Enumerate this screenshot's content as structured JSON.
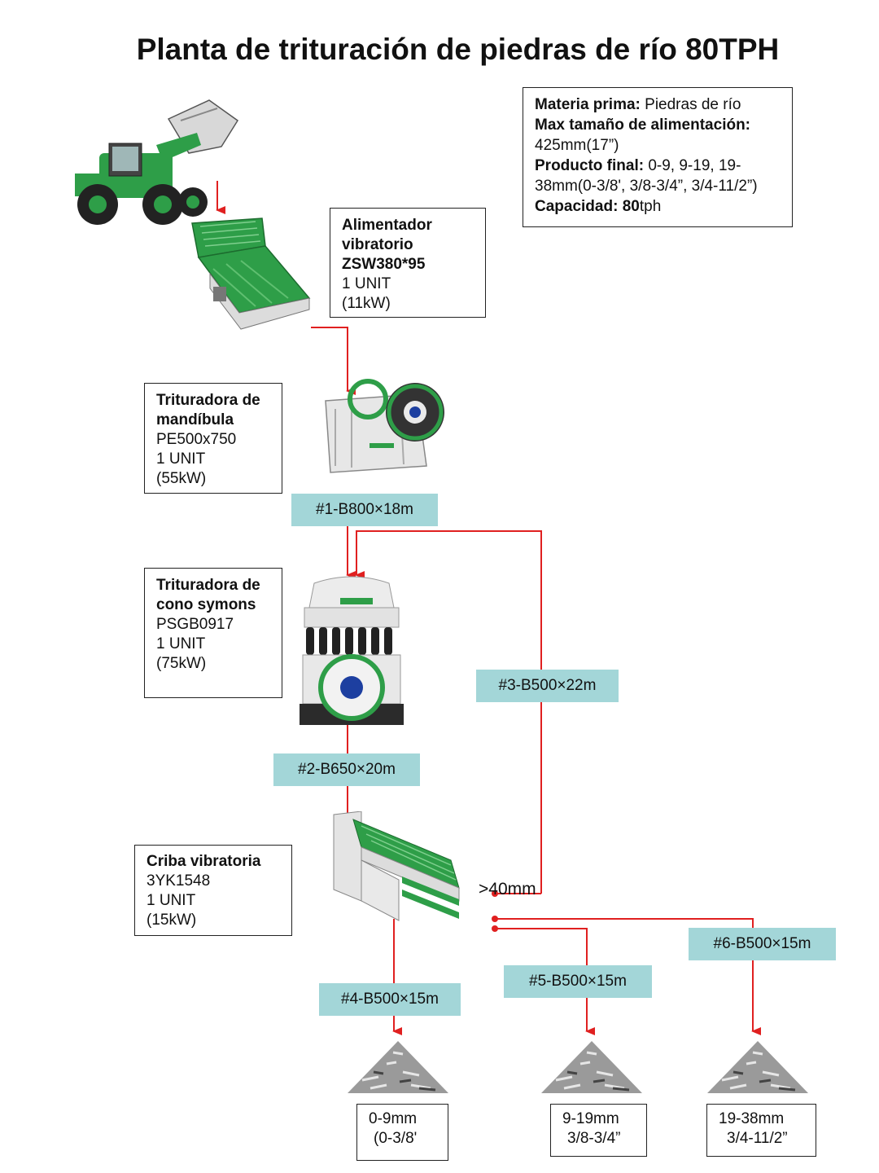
{
  "title": "Planta de trituración de piedras de río 80TPH",
  "specs": {
    "raw_material_label": "Materia prima:",
    "raw_material_value": "Piedras de río",
    "max_feed_label": "Max tamaño de alimentación:",
    "max_feed_value": "425mm(17”)",
    "final_product_label": "Producto final:",
    "final_product_value": "0-9, 9-19, 19-38mm(0-3/8', 3/8-3/4”, 3/4-11/2”)",
    "capacity_label": "Capacidad:",
    "capacity_number": "80",
    "capacity_unit": "tph"
  },
  "equipment": {
    "feeder": {
      "name_line1": "Alimentador",
      "name_line2": "vibratorio",
      "model": "ZSW380*95",
      "units": "1 UNIT",
      "power": "(11kW)"
    },
    "jaw": {
      "name_line1": "Trituradora de",
      "name_line2": "mandíbula",
      "model": "PE500x750",
      "units": "1 UNIT",
      "power": "(55kW)"
    },
    "cone": {
      "name_line1": "Trituradora de",
      "name_line2": "cono symons",
      "model": "PSGB0917",
      "units": "1 UNIT",
      "power": "(75kW)"
    },
    "screen": {
      "name": "Criba vibratoria",
      "model": "3YK1548",
      "units": "1 UNIT",
      "power": "(15kW)"
    }
  },
  "conveyors": {
    "c1": "#1-B800×18m",
    "c2": "#2-B650×20m",
    "c3": "#3-B500×22m",
    "c4": "#4-B500×15m",
    "c5": "#5-B500×15m",
    "c6": "#6-B500×15m"
  },
  "oversize_label": ">40mm",
  "products": [
    {
      "line1": "0-9mm",
      "line2": "(0-3/8'"
    },
    {
      "line1": "9-19mm",
      "line2": "3/8-3/4”"
    },
    {
      "line1": "19-38mm",
      "line2": "3/4-11/2”"
    }
  ],
  "colors": {
    "flow_line": "#e02020",
    "tag_bg": "#a3d6d8",
    "machine_green": "#2e9e48"
  }
}
